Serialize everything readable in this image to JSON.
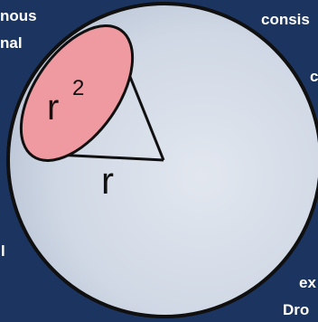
{
  "edge_text": {
    "top_left_1": "nous",
    "top_left_2": "nal",
    "top_right_1": "consis",
    "top_right_2": "c",
    "bottom_left": "l",
    "bottom_right_1": "ex",
    "bottom_right_2": "Dro"
  },
  "diagram": {
    "area_label": "r",
    "area_exponent": "2",
    "radius_label": "r"
  },
  "colors": {
    "background": "#1c3560",
    "sphere_fill": "#d4dbe7",
    "cap_fill": "#ef9aa0",
    "stroke": "#101010"
  }
}
